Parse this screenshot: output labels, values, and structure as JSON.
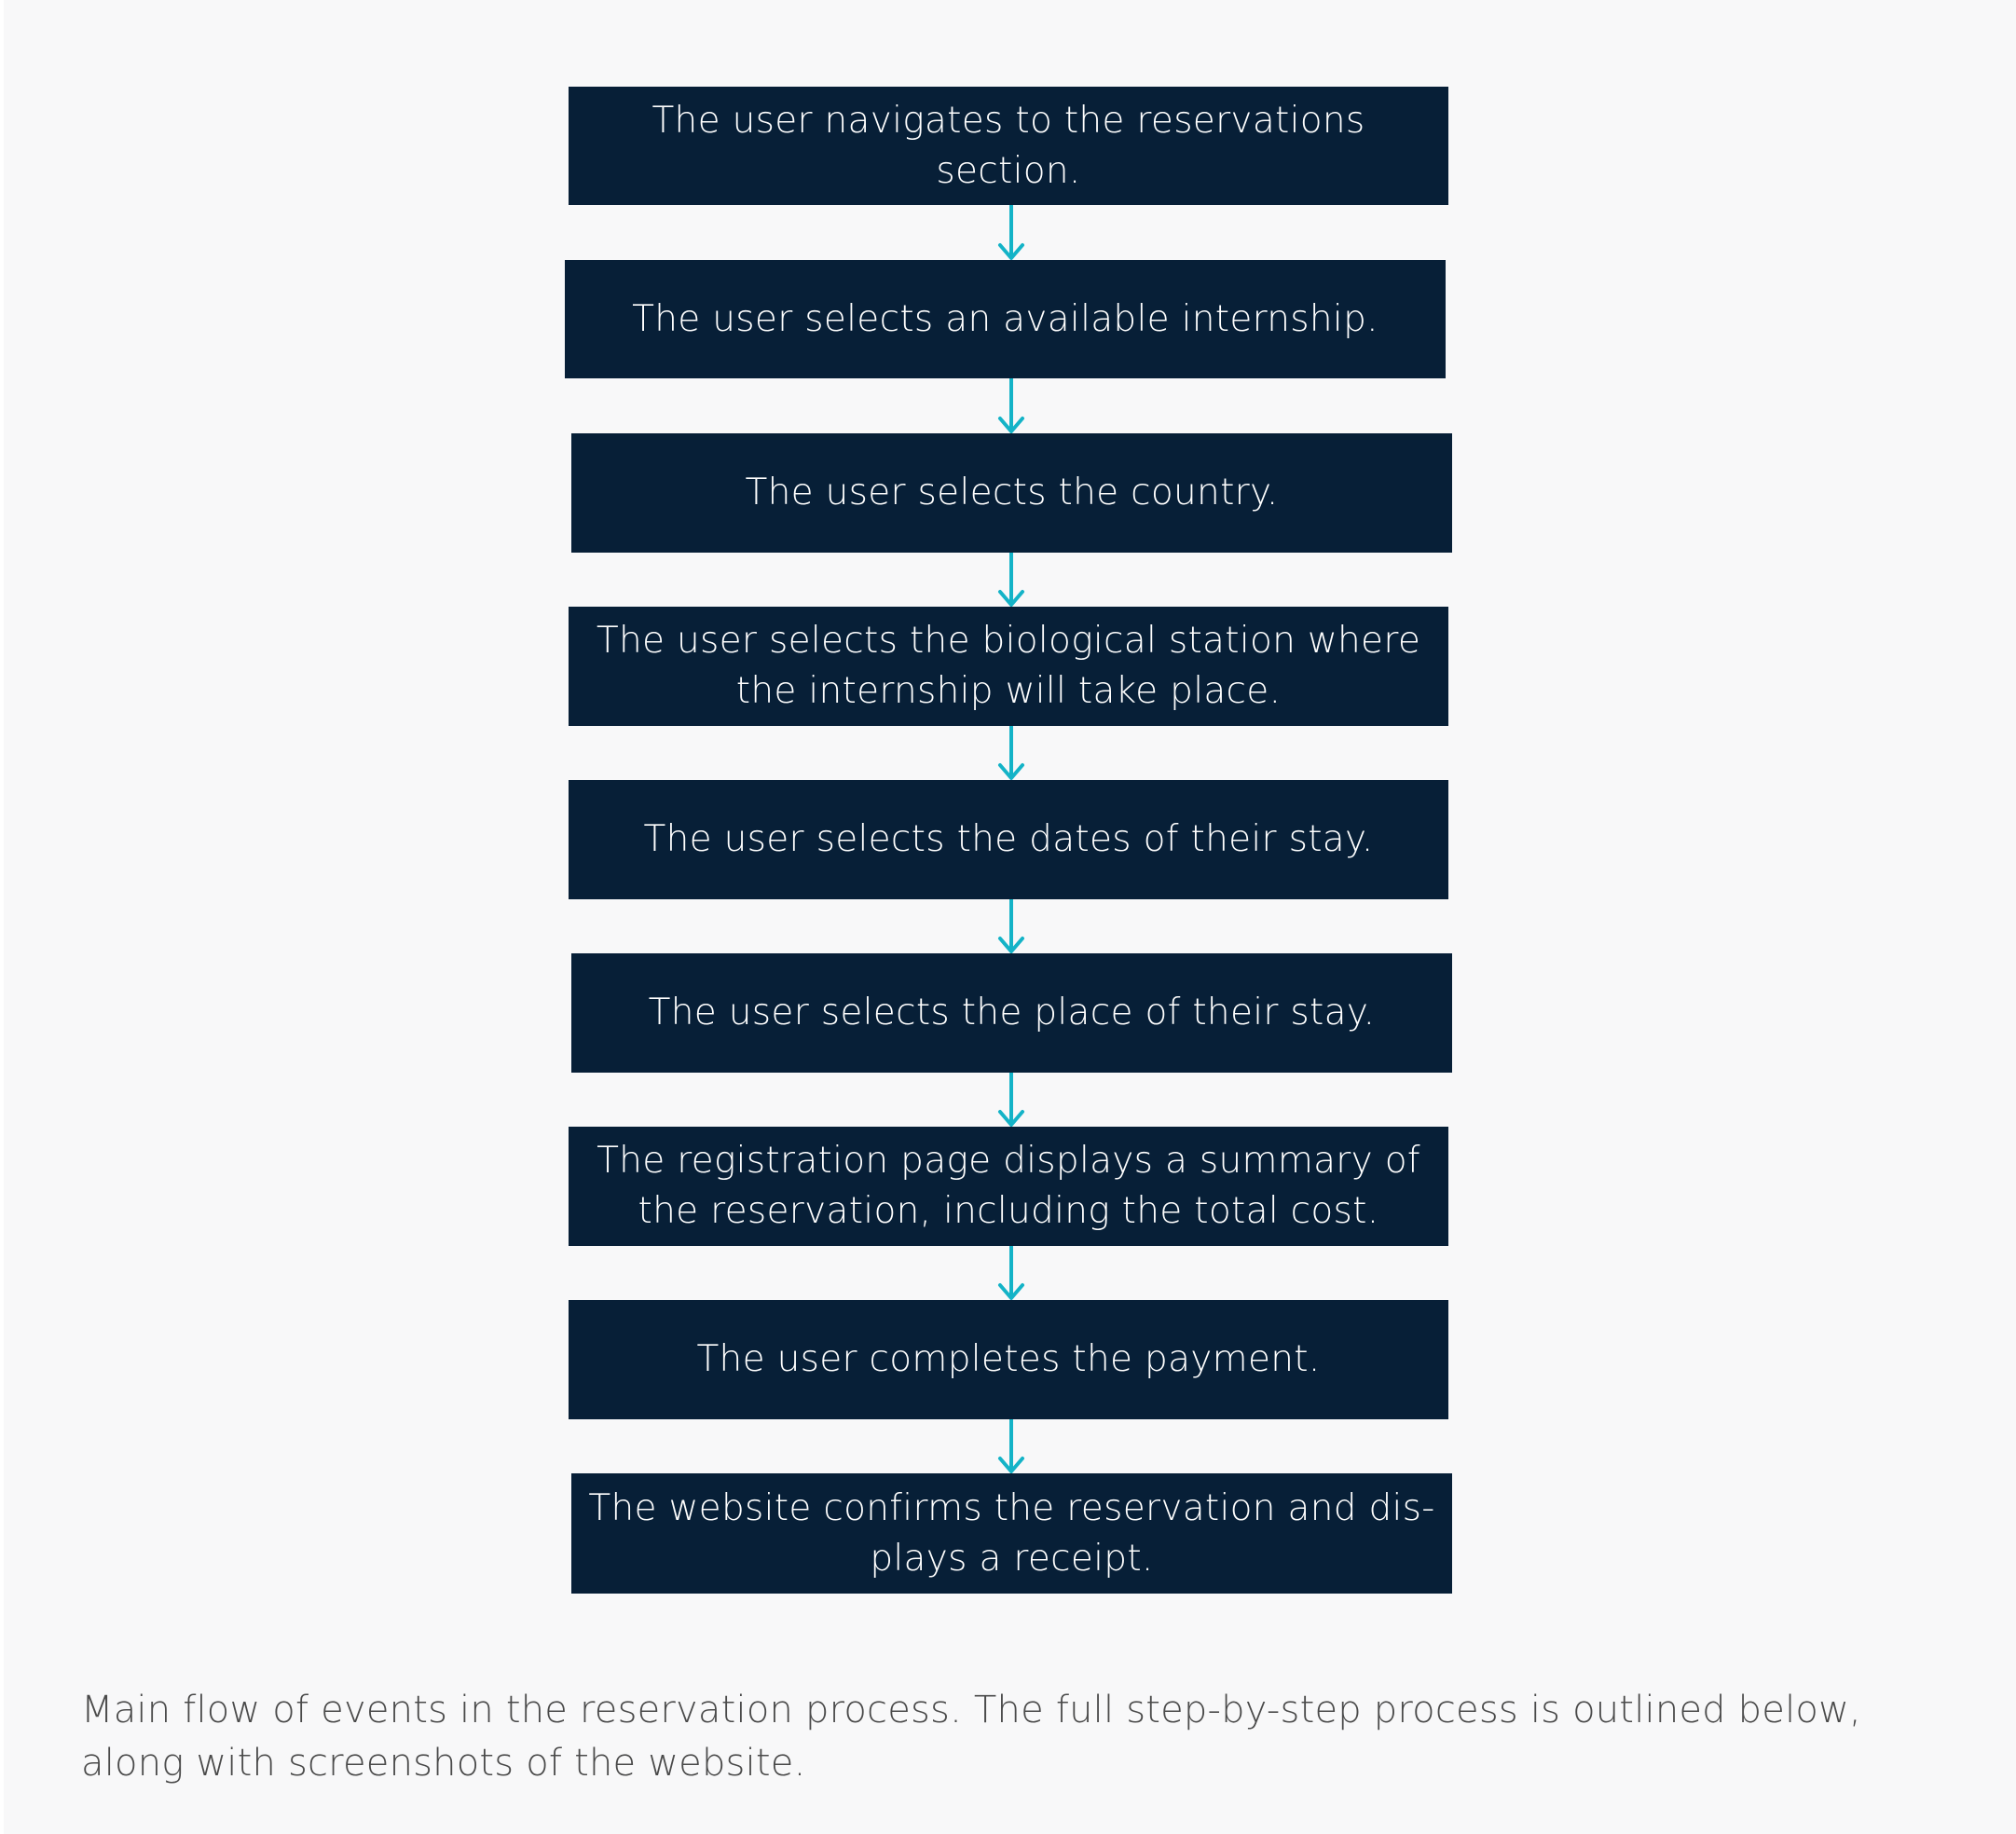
{
  "diagram": {
    "steps": [
      "The user navigates to the reservations section.",
      "The user selects an available internship.",
      "The user selects the country.",
      "The user selects the biological station where the internship will take place.",
      "The user selects the dates of their stay.",
      "The user selects the place of their stay.",
      "The registration page displays a summary of the reservation, including the total cost.",
      "The user completes the payment.",
      "The website confirms the reservation and dis-plays a receipt."
    ],
    "colors": {
      "box_fill": "#071f37",
      "box_text": "#ffffff",
      "arrow": "#14b3c7",
      "background": "#f8f8f9",
      "caption_text": "#4a4a4a"
    }
  },
  "caption": "Main flow of events in the reservation process. The full step-by-step process is outlined below, along with screenshots of the website."
}
